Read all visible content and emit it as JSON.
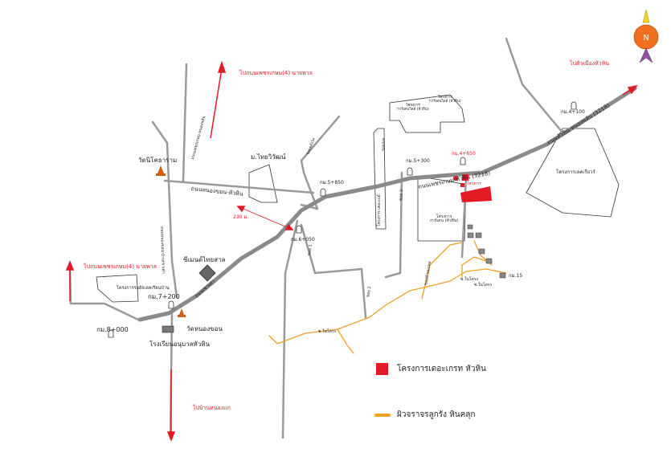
{
  "map": {
    "directions": {
      "to_phetkasem_top": "ไปถนนเพชรเกษม(4) นายพาล",
      "to_phetkasem_left": "ไปถนนเพชรเกษม(4) นายพาล",
      "to_ban_nong_khae": "ไปบ้านหนองแก",
      "to_hua_hin_city": "ไปตัวเมืองหัวหิน"
    },
    "places": {
      "wat_nikhom": "วัดนิโคธาราม",
      "m_thai_wiwat": "ม.ไทยวิวัฒน์",
      "cement_plant": "ซีเมนต์ไทยสาล",
      "wat_nong_khon": "วัดหนองขอน",
      "school": "โรงเรียนอนุบาลหัวหิน",
      "project_left": "โครงการรอยัลเลคเรียนบ้าน",
      "project_right": "โครงการเลคเรียวร์",
      "project_mid": "โครงการ\nการ์เดน (หัวหิน)",
      "project_top1": "โครงการ\nการ์เดนวิลล์ (หัวหิน)",
      "project_top2": "โครงการ\nการ์เดนวิลล์ (หัวหิน)",
      "project_long": "โครงการ เดอะเบย์"
    },
    "km_markers": {
      "km4100": "กม.4+100",
      "km4650": "กม.4+650",
      "km5300": "กม.5+300",
      "km5850": "กม.5+850",
      "km6050": "กม.6+050",
      "km7200": "กม.7+200",
      "km8000": "กม.8+000",
      "km_small": "กม.15"
    },
    "roads": {
      "main_road": "ถนนเพชรเกษม-หัวหิน (3218)",
      "main_road_right": "ถนนหัวหิน-หนองพลับ (3218)",
      "nong_khon_road": "ถนนหนองขอน-หัวหิน",
      "left_road": "ถนนหนองขอน-บ้านเขาเต่า",
      "top_road": "ถนนเพชรเกษม-หนองพลับ",
      "diag_road": "ถนนเขาเต่า",
      "side_road1": "ซอยหลังวัด",
      "soi1": "ซอย 1",
      "soi2": "ซอย 2",
      "soi3": "ซอย 3",
      "soi4": "ซอยย่อย",
      "soi5": "ซ.ในโครง",
      "soi6": "ซ.ในโครง",
      "soi7": "ซ.ในโครง",
      "soi8": "ซอยห้วยมงคล"
    },
    "distance_label": "230 ม.",
    "compass_letter": "N",
    "small_red_label": "โครงการ"
  },
  "legend": {
    "project_label": "โครงการเดอะเกรท หัวหิน",
    "road_label": "ผิวจราจรลูกรัง หินคลุก"
  },
  "colors": {
    "main_road": "#8a8a8a",
    "minor_road": "#9a9a9a",
    "dirt_road": "#f0a020",
    "project": "#e11a24",
    "direction_red": "#e11a24",
    "compass_orange": "#f07020",
    "compass_purple": "#9050a0",
    "compass_yellow": "#f0d020"
  }
}
